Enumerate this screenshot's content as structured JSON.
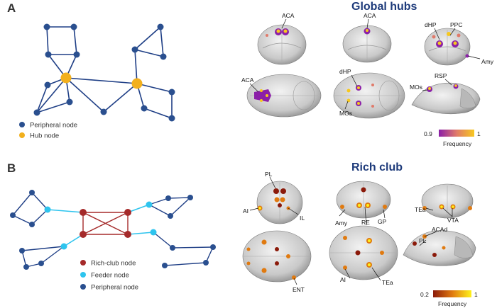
{
  "panelA": {
    "letter": "A",
    "title": "Global hubs",
    "legend": [
      "Peripheral node",
      "Hub node"
    ],
    "brain_labels": [
      "ACA",
      "ACA",
      "dHP",
      "PPC",
      "Amy",
      "ACA",
      "dHP",
      "MOs",
      "RSP",
      "MOs"
    ],
    "colorbar": {
      "min": "0.9",
      "max": "1",
      "label": "Frequency"
    }
  },
  "panelB": {
    "letter": "B",
    "title": "Rich club",
    "legend": [
      "Rich-club node",
      "Feeder node",
      "Peripheral node"
    ],
    "brain_labels": [
      "PL",
      "AI",
      "IL",
      "Amy",
      "RE",
      "GP",
      "TEa",
      "VTA",
      "ENT",
      "AI",
      "TEa",
      "PL",
      "ACAd"
    ],
    "colorbar": {
      "min": "0.2",
      "max": "1",
      "label": "Frequency"
    }
  },
  "colors": {
    "peripheral": "#2a4f8f",
    "hub": "#f2b01e",
    "rich_club": "#a52a2a",
    "feeder": "#2ec4ee",
    "edge_a": "#1f3f86",
    "title": "#1d3a7a"
  }
}
